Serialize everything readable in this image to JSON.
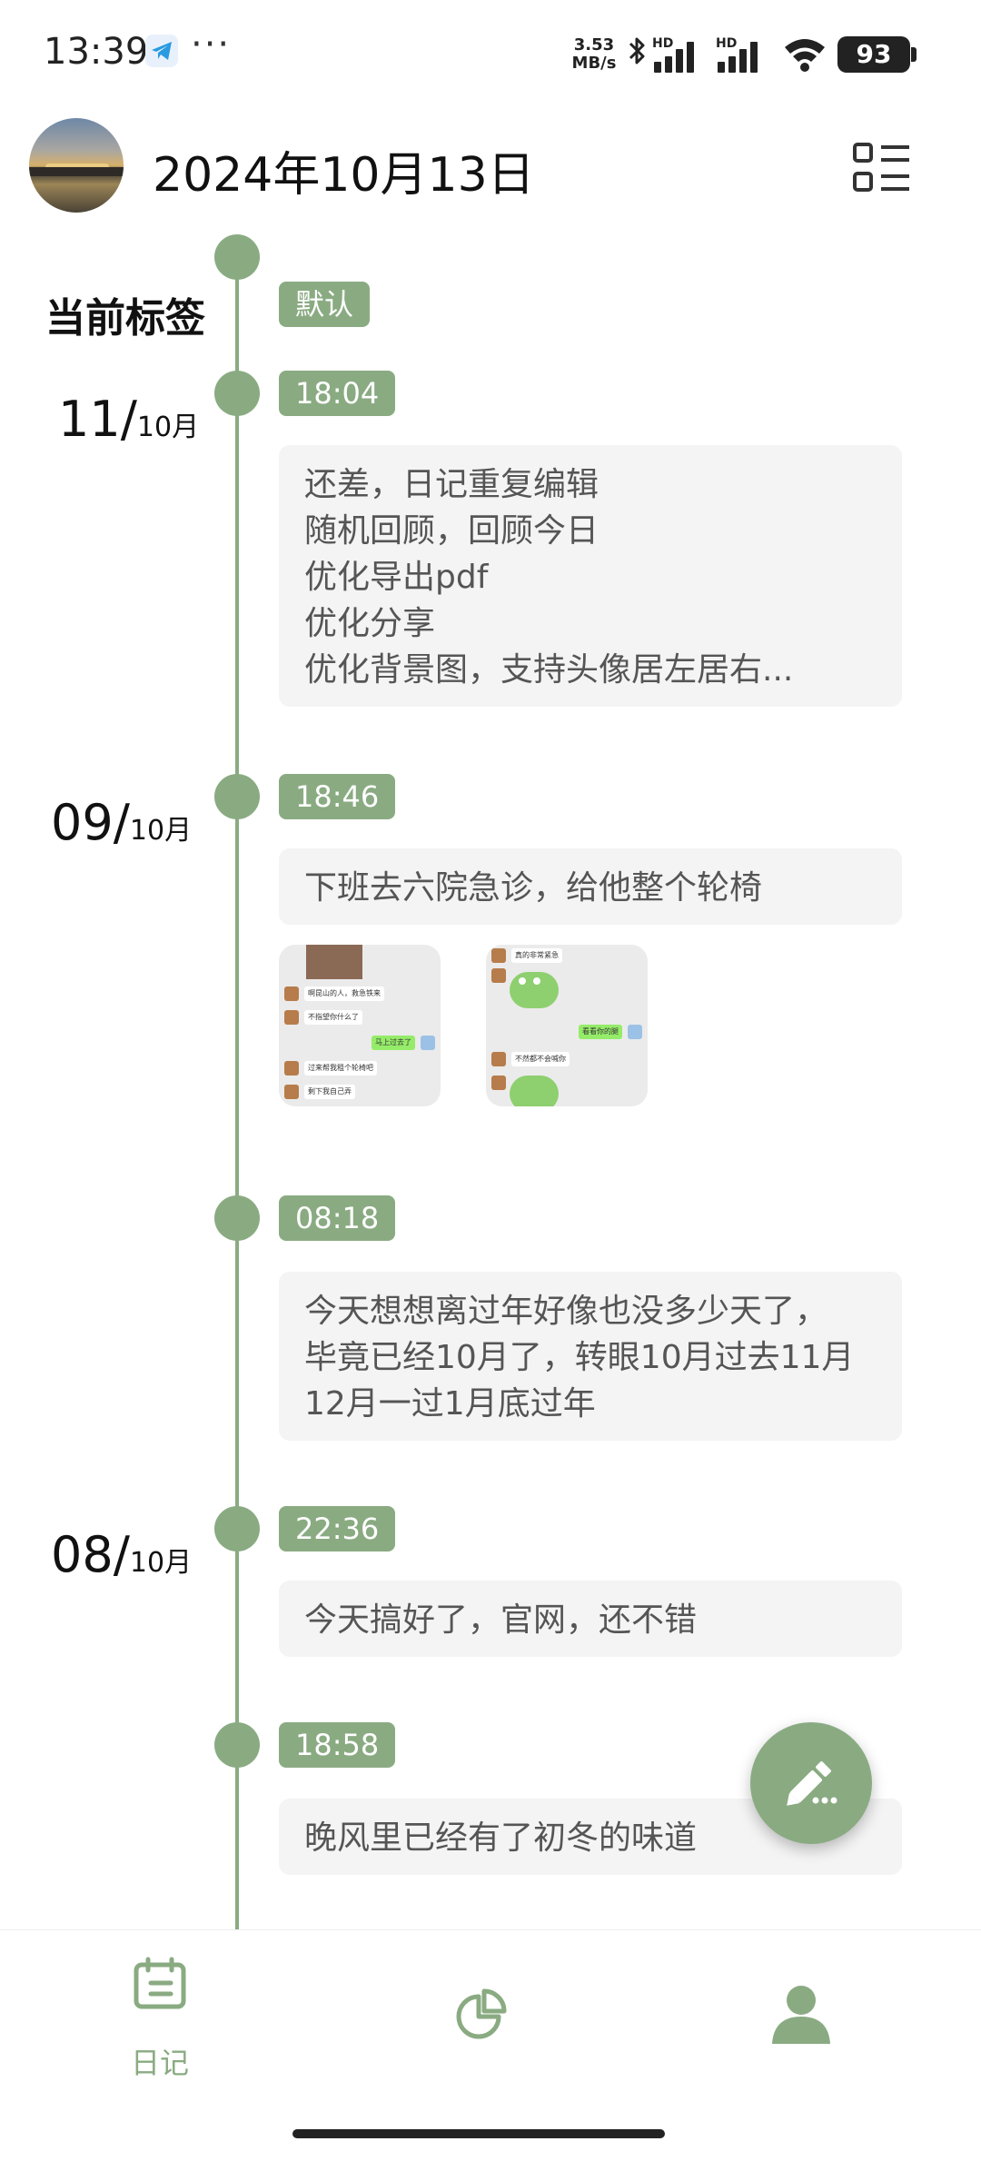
{
  "status_bar": {
    "time": "13:39",
    "more": "···",
    "net_speed_value": "3.53",
    "net_speed_unit": "MB/s",
    "signal_tag": "HD",
    "battery": "93"
  },
  "header": {
    "title": "2024年10月13日",
    "avatar_icon": "avatar-sunset-lake",
    "menu_icon": "list-view-icon"
  },
  "tag_section": {
    "label": "当前标签",
    "tag": "默认"
  },
  "dates": [
    {
      "day": "11/",
      "month": "10月"
    },
    {
      "day": "09/",
      "month": "10月"
    },
    {
      "day": "08/",
      "month": "10月"
    }
  ],
  "entries": [
    {
      "time": "18:04",
      "lines": [
        "还差，日记重复编辑",
        "随机回顾，回顾今日",
        "优化导出pdf",
        "优化分享",
        "优化背景图，支持头像居左居右..."
      ]
    },
    {
      "time": "18:46",
      "lines": [
        "下班去六院急诊，给他整个轮椅"
      ]
    },
    {
      "time": "08:18",
      "lines": [
        "今天想想离过年好像也没多少天了，",
        "毕竟已经10月了，转眼10月过去11月",
        "12月一过1月底过年"
      ]
    },
    {
      "time": "22:36",
      "lines": [
        "今天搞好了，官网，还不错"
      ]
    },
    {
      "time": "18:58",
      "lines": [
        "晚风里已经有了初冬的味道"
      ]
    }
  ],
  "attachments": {
    "chat1": [
      "啊昆山的人，救急铁来",
      "不指望你什么了",
      "马上过去了",
      "过来帮我租个轮椅吧",
      "剩下我自己弄"
    ],
    "chat2": [
      "真的非常紧急",
      "看看你的腿",
      "不然都不会喊你"
    ]
  },
  "bottom_nav": {
    "diary_label": "日记",
    "diary_icon": "calendar-icon",
    "stats_icon": "pie-chart-icon",
    "profile_icon": "person-icon"
  },
  "colors": {
    "accent": "#8aab82",
    "card_bg": "#f4f4f4"
  }
}
